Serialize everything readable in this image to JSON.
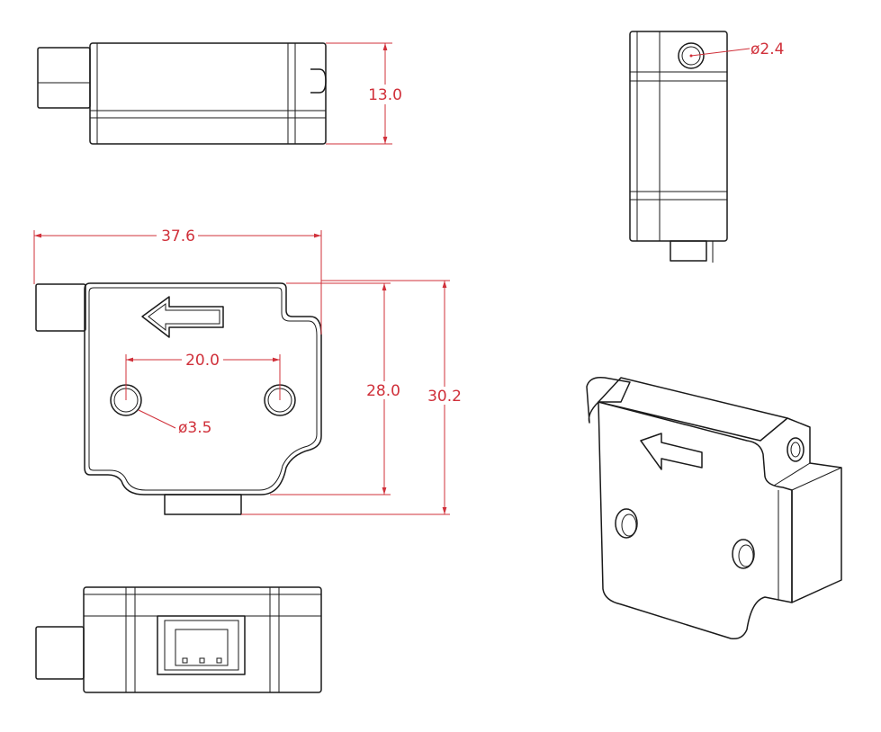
{
  "dimensions": {
    "height": "13.0",
    "pin_hole_diameter": "ø2.4",
    "overall_width": "37.6",
    "hole_spacing": "20.0",
    "body_height": "28.0",
    "overall_height": "30.2",
    "mount_hole_diameter": "ø3.5"
  },
  "colors": {
    "line": "#1a1a1a",
    "dimension": "#d0303a"
  }
}
